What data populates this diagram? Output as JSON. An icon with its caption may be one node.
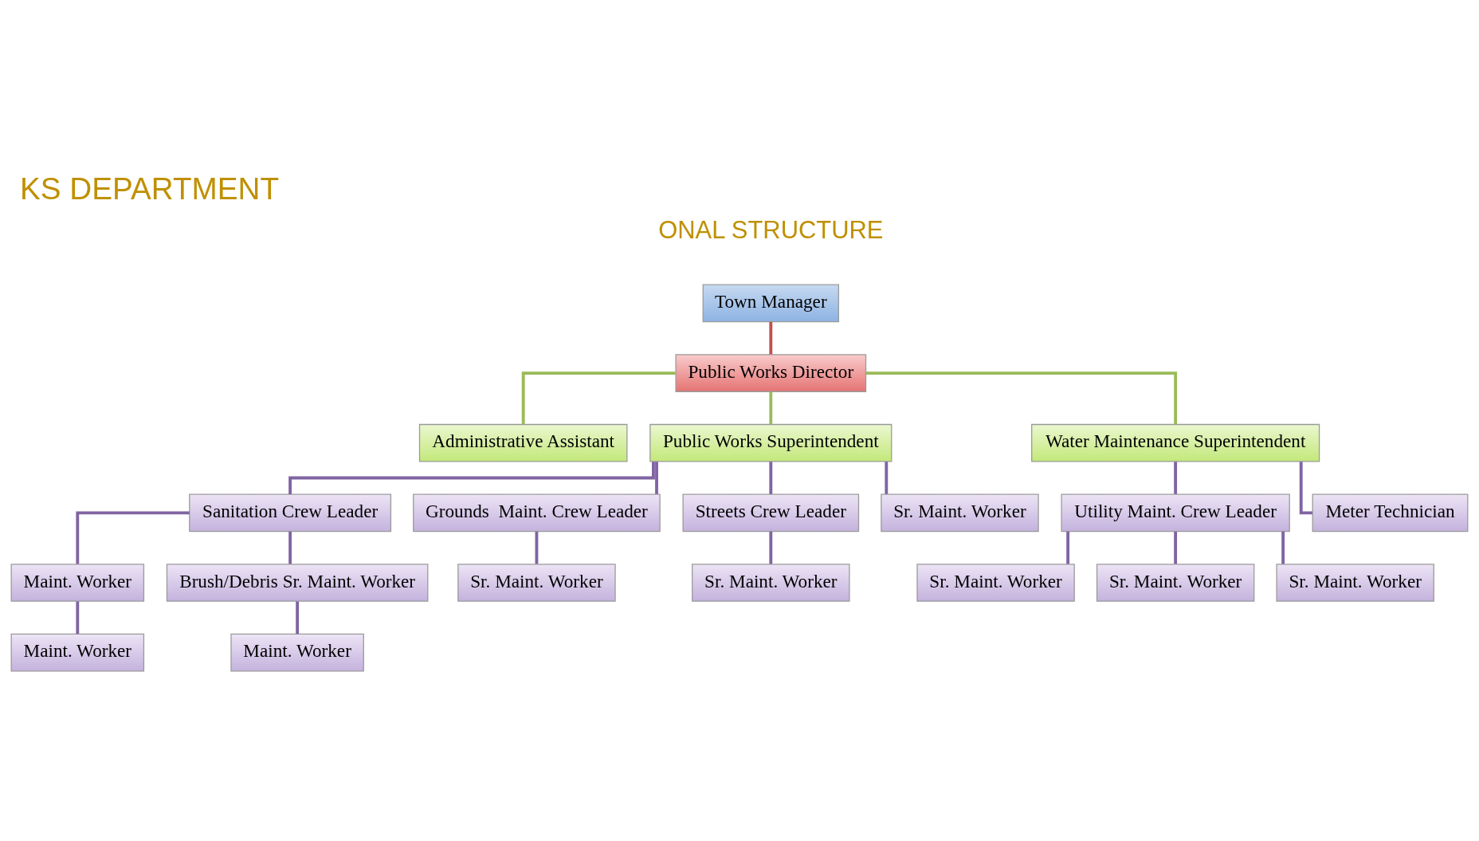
{
  "diagram": {
    "title": "KS DEPARTMENT",
    "nodes": [
      {
        "text": [
          "Town Manager"
        ]
      },
      {
        "text": [
          "Public Works Director"
        ]
      },
      {
        "text": [
          "Administrative Assistant"
        ]
      },
      {
        "text": [
          "Public Works Superintendent"
        ]
      },
      {
        "text": [
          "Water Maintenance Superintendent"
        ]
      },
      {
        "text": [
          "Sanitation Crew Leader"
        ]
      },
      {
        "text": [
          "Grounds  Maint. Crew Leader"
        ]
      },
      {
        "text": [
          "Streets Crew Leader"
        ]
      },
      {
        "text": [
          "Sr. Maint. Worker"
        ]
      },
      {
        "text": [
          "Utility Maint. Crew Leader"
        ]
      },
      {
        "text": [
          "Meter Technician"
        ]
      },
      {
        "text": [
          "Maint. Worker"
        ]
      },
      {
        "text": [
          "Brush/Debris Sr. Maint. Worker"
        ]
      },
      {
        "text": [
          "Sr. Maint. Worker"
        ]
      },
      {
        "text": [
          "Sr. Maint. Worker"
        ]
      },
      {
        "text": [
          "Sr. Maint. Worker"
        ]
      },
      {
        "text": [
          "Sr. Maint. Worker"
        ]
      },
      {
        "text": [
          "Sr. Maint. Worker"
        ]
      },
      {
        "text": [
          "Maint. Worker"
        ]
      },
      {
        "text": [
          "Maint. Worker"
        ]
      }
    ],
    "edges": [
      {
        "from": 0,
        "to": 1,
        "arrow": "none",
        "color": "#c0504d"
      },
      {
        "from": 1,
        "to": 2,
        "arrow": "none",
        "color": "#9bbb59"
      },
      {
        "from": 1,
        "to": 3,
        "arrow": "none",
        "color": "#9bbb59"
      },
      {
        "from": 1,
        "to": 4,
        "arrow": "none",
        "color": "#9bbb59"
      },
      {
        "from": 3,
        "to": 5,
        "arrow": "none"
      },
      {
        "from": 3,
        "to": 6,
        "arrow": "none"
      },
      {
        "from": 3,
        "to": 7,
        "arrow": "none"
      },
      {
        "from": 3,
        "to": 8,
        "arrow": "none"
      },
      {
        "from": 4,
        "to": 9,
        "arrow": "none"
      },
      {
        "from": 4,
        "to": 10,
        "arrow": "none"
      },
      {
        "from": 5,
        "to": 11,
        "arrow": "none"
      },
      {
        "from": 5,
        "to": 12,
        "arrow": "none"
      },
      {
        "from": 6,
        "to": 13,
        "arrow": "none"
      },
      {
        "from": 7,
        "to": 14,
        "arrow": "none"
      },
      {
        "from": 9,
        "to": 15,
        "arrow": "none"
      },
      {
        "from": 9,
        "to": 16,
        "arrow": "none"
      },
      {
        "from": 9,
        "to": 17,
        "arrow": "none"
      },
      {
        "from": 11,
        "to": 18,
        "arrow": "none"
      },
      {
        "from": 12,
        "to": 19,
        "arrow": "none"
      }
    ],
    "labels": [
      "ONAL STRUCTURE"
    ]
  }
}
